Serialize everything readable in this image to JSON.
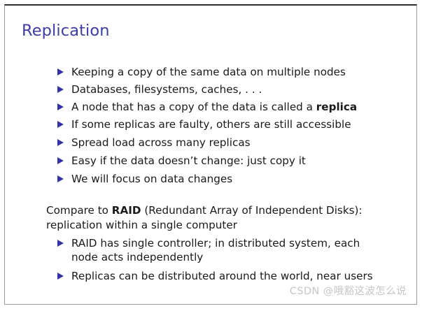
{
  "slide": {
    "title": "Replication",
    "title_color": "#3c3cab",
    "bullet_color": "#3333a8",
    "text_color": "#1a1a1a",
    "background": "#ffffff",
    "border_color": "#9b9b9b"
  },
  "bullets_top": [
    {
      "text": "Keeping a copy of the same data on multiple nodes"
    },
    {
      "text": "Databases, filesystems, caches, . . ."
    },
    {
      "pre": "A node that has a copy of the data is called a ",
      "bold": "replica",
      "post": ""
    },
    {
      "text": "If some replicas are faulty, others are still accessible"
    },
    {
      "text": "Spread load across many replicas"
    },
    {
      "text": "Easy if the data doesn’t change: just copy it"
    },
    {
      "text": "We will focus on data changes"
    }
  ],
  "compare": {
    "pre": "Compare to ",
    "bold": "RAID",
    "post": " (Redundant Array of Independent Disks): replication within a single computer"
  },
  "bullets_bottom": [
    {
      "text": "RAID has single controller; in distributed system, each node acts independently"
    },
    {
      "text": "Replicas can be distributed around the world, near users"
    }
  ],
  "watermark": {
    "text": "CSDN @哦豁这波怎么说"
  }
}
